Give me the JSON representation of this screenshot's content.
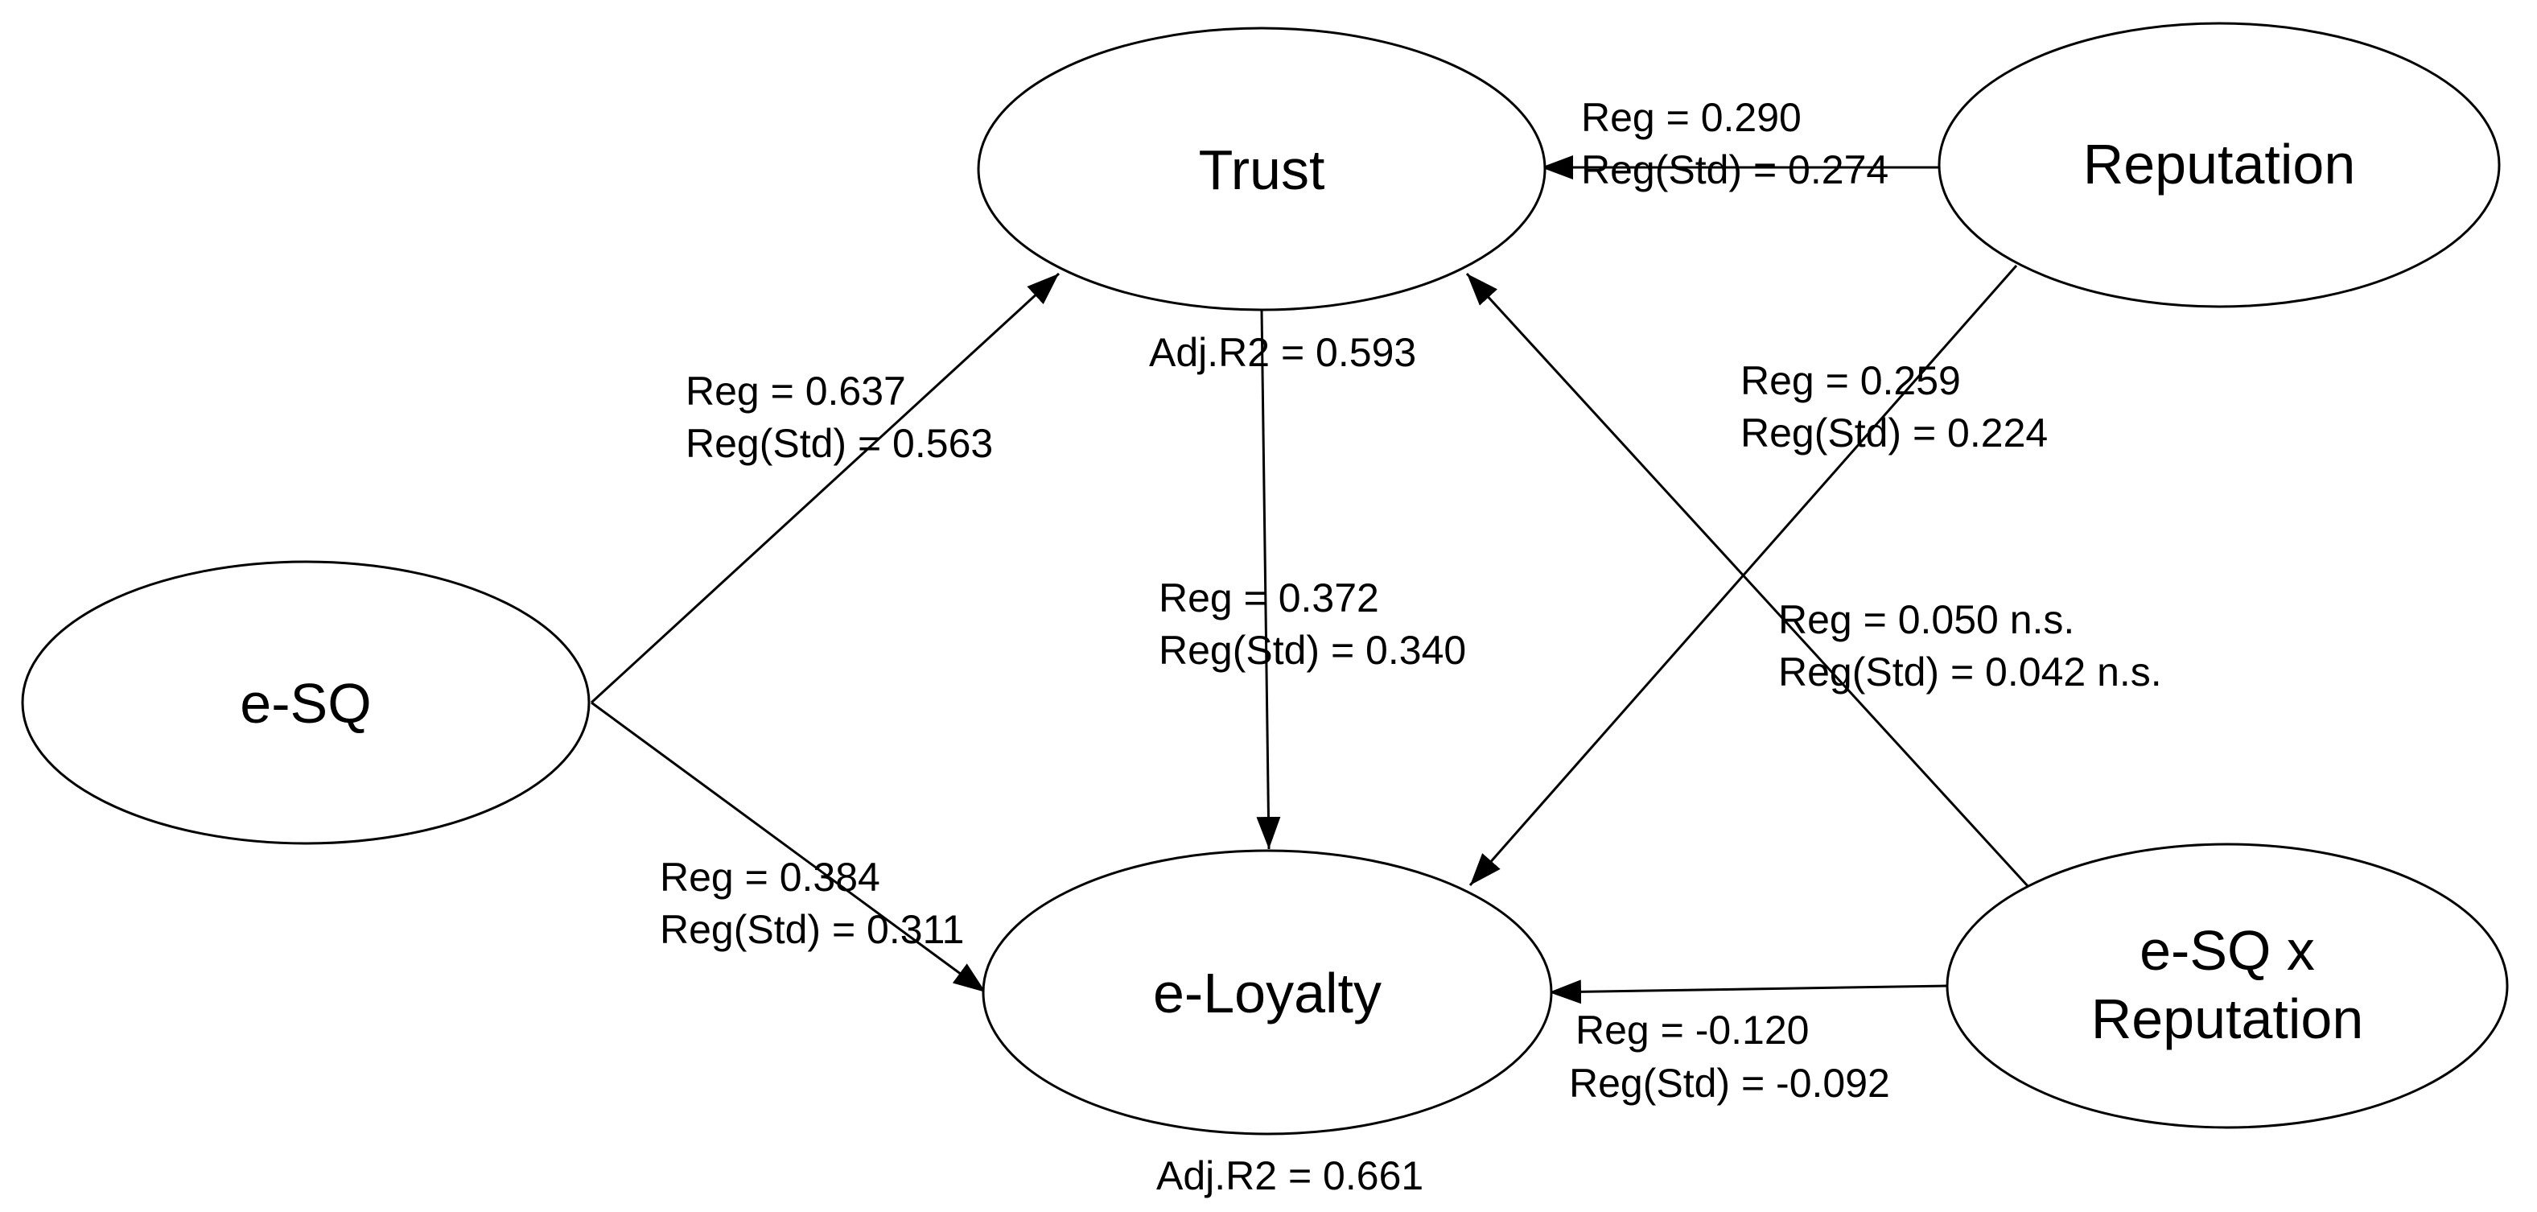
{
  "nodes": {
    "trust": "Trust",
    "reputation": "Reputation",
    "esq": "e-SQ",
    "eloyalty": "e-Loyalty",
    "interaction": [
      "e-SQ x",
      "Reputation"
    ]
  },
  "labels": {
    "trust_adj_r2": "Adj.R2 = 0.593",
    "eloyalty_adj_r2": "Adj.R2 = 0.661"
  },
  "paths": [
    {
      "from": "Reputation",
      "to": "Trust",
      "reg": "Reg = 0.290",
      "reg_std": "Reg(Std) = 0.274"
    },
    {
      "from": "e-SQ",
      "to": "Trust",
      "reg": "Reg = 0.637",
      "reg_std": "Reg(Std) = 0.563"
    },
    {
      "from": "Trust",
      "to": "e-Loyalty",
      "reg": "Reg = 0.372",
      "reg_std": "Reg(Std) = 0.340"
    },
    {
      "from": "Reputation",
      "to": "e-Loyalty",
      "reg": "Reg = 0.259",
      "reg_std": "Reg(Std) = 0.224"
    },
    {
      "from": "e-SQ x Reputation",
      "to": "Trust",
      "reg": "Reg = 0.050 n.s.",
      "reg_std": "Reg(Std) = 0.042 n.s."
    },
    {
      "from": "e-SQ",
      "to": "e-Loyalty",
      "reg": "Reg = 0.384",
      "reg_std": "Reg(Std) = 0.311"
    },
    {
      "from": "e-SQ x Reputation",
      "to": "e-Loyalty",
      "reg": "Reg = -0.120",
      "reg_std": "Reg(Std) = -0.092"
    }
  ]
}
